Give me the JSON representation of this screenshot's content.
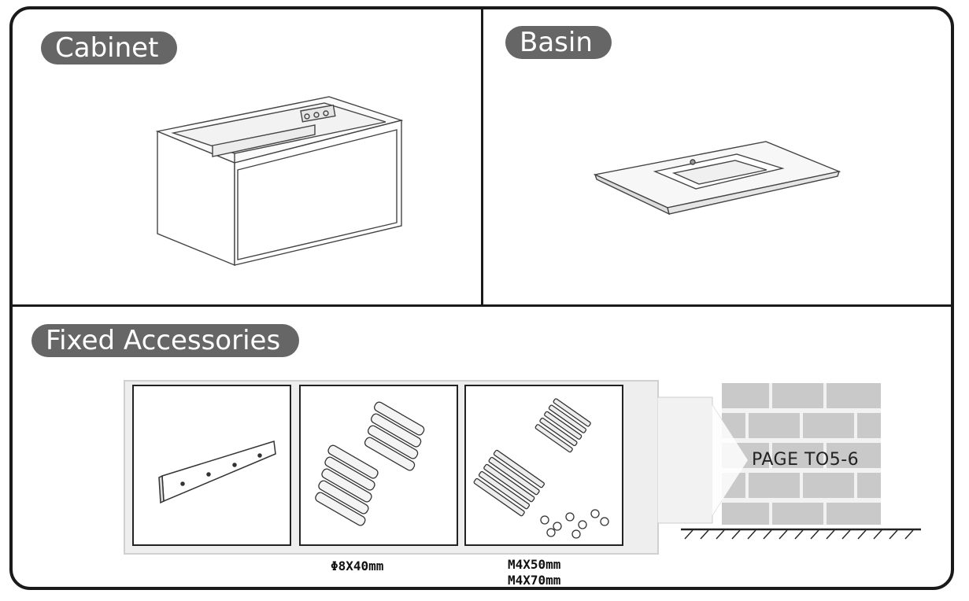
{
  "sections": {
    "cabinet": {
      "title": "Cabinet"
    },
    "basin": {
      "title": "Basin"
    },
    "accessories": {
      "title": "Fixed Accessories",
      "items": [
        {
          "name": "mounting-rail",
          "caption": ""
        },
        {
          "name": "wall-plugs",
          "caption": "Φ8X40mm"
        },
        {
          "name": "screws",
          "caption_line1": "M4X50mm",
          "caption_line2": "M4X70mm"
        }
      ],
      "page_reference": "PAGE TO5-6"
    }
  },
  "colors": {
    "label_pill": "#666666",
    "frame": "#1a1a1a",
    "brick": "#c9c9c9",
    "mortar": "#f2f2f2"
  }
}
